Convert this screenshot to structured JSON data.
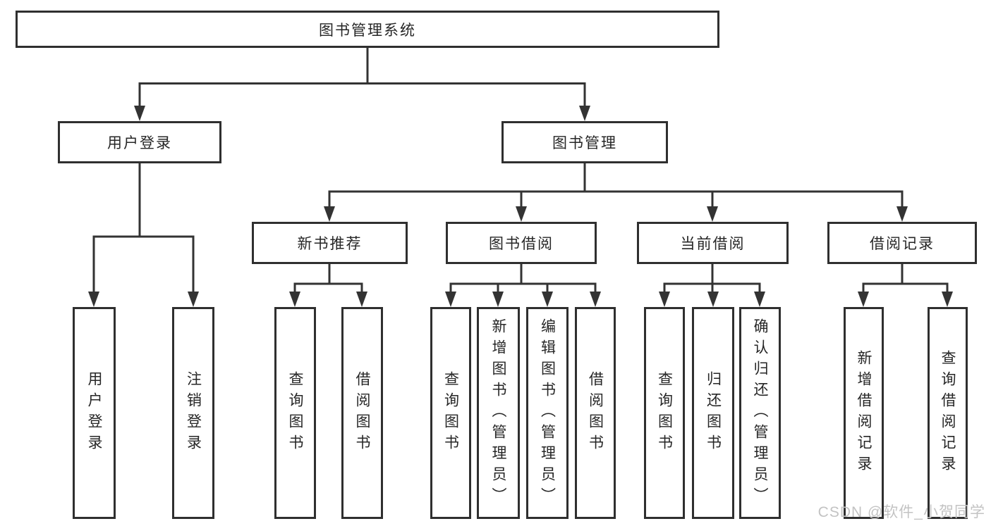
{
  "diagram": {
    "title": "图书管理系统",
    "level2": [
      "用户登录",
      "图书管理"
    ],
    "level3": [
      "新书推荐",
      "图书借阅",
      "当前借阅",
      "借阅记录"
    ],
    "leaves": {
      "user_login": [
        "用户登录",
        "注销登录"
      ],
      "new_book": [
        "查询图书",
        "借阅图书"
      ],
      "book_borrow": [
        "查询图书",
        "新增图书（管理员）",
        "编辑图书（管理员）",
        "借阅图书"
      ],
      "current_borrow": [
        "查询图书",
        "归还图书",
        "确认归还（管理员）"
      ],
      "borrow_records": [
        "新增借阅记录",
        "查询借阅记录"
      ]
    }
  },
  "watermark": "CSDN @软件_小贺同学",
  "colors": {
    "line": "#333333",
    "border": "#2f2f2f",
    "text": "#262626",
    "background": "#ffffff",
    "watermark": "#c3c3c3"
  }
}
